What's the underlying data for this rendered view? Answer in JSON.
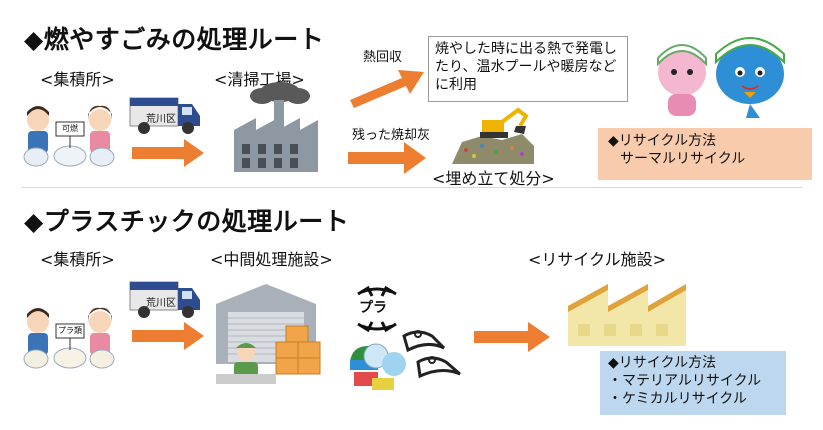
{
  "burnable": {
    "title": "◆燃やすごみの処理ルート",
    "collection_label": "<集積所>",
    "facility_label": "<清掃工場>",
    "bag_label": "可燃",
    "truck_label": "荒川区",
    "heat_label": "熱回収",
    "heat_note": "焼やした時に出る熱で発電したり、温水プールや暖房などに利用",
    "ash_label": "残った焼却灰",
    "landfill_label": "<埋め立て処分>",
    "recycle_box": {
      "heading": "◆リサイクル方法",
      "items": [
        "サーマルリサイクル"
      ]
    }
  },
  "plastic": {
    "title": "◆プラスチックの処理ルート",
    "collection_label": "<集積所>",
    "facility_label": "<中間処理施設>",
    "bag_label": "プラ類",
    "truck_label": "荒川区",
    "pla_mark": "プラ",
    "recycle_facility_label": "<リサイクル施設>",
    "recycle_box": {
      "heading": "◆リサイクル方法",
      "items": [
        "・マテリアルリサイクル",
        "・ケミカルリサイクル"
      ]
    }
  },
  "colors": {
    "arrow": "#ec7d31",
    "burn_box_bg": "#f8cbad",
    "plastic_box_bg": "#bdd7ee",
    "factory": "#8e98a3",
    "smoke": "#595959",
    "truck": "#2e4c8f",
    "recycle_factory": "#f2e6a8"
  },
  "icons": {
    "people": "people-with-bags-icon",
    "truck": "garbage-truck-icon",
    "factory": "incineration-plant-icon",
    "landfill": "landfill-excavator-icon",
    "mascots": "mascot-characters-icon",
    "warehouse": "processing-warehouse-icon",
    "plastic_mark": "plastic-recycle-mark-icon",
    "plastic_items": "plastic-items-icon",
    "recycle_factory": "recycle-factory-icon"
  }
}
